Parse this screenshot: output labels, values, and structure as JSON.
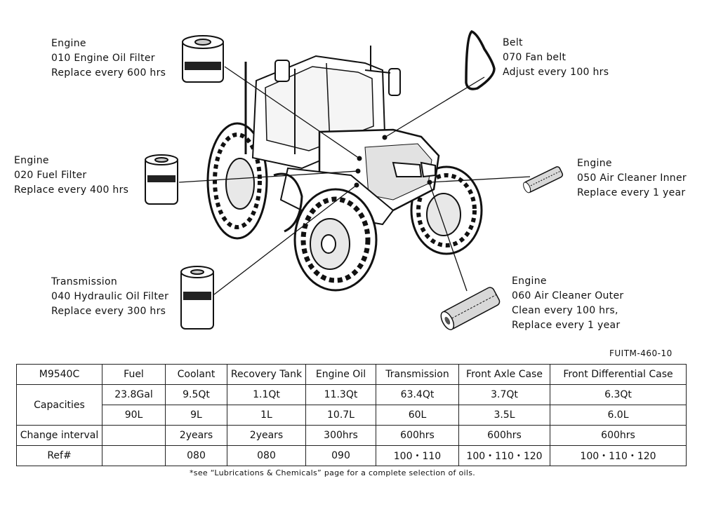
{
  "callouts": {
    "oil_filter": {
      "category": "Engine",
      "item": "010 Engine Oil Filter",
      "interval": "Replace every 600 hrs"
    },
    "fuel_filter": {
      "category": "Engine",
      "item": "020 Fuel Filter",
      "interval": "Replace every 400 hrs"
    },
    "hydraulic_filter": {
      "category": "Transmission",
      "item": "040 Hydraulic Oil Filter",
      "interval": "Replace every 300 hrs"
    },
    "fan_belt": {
      "category": "Belt",
      "item": "070 Fan belt",
      "interval": "Adjust every 100 hrs"
    },
    "air_inner": {
      "category": "Engine",
      "item": "050 Air Cleaner Inner",
      "interval": "Replace every 1 year"
    },
    "air_outer": {
      "category": "Engine",
      "item": "060 Air Cleaner Outer",
      "interval": "Clean every 100 hrs,",
      "interval2": "Replace every 1 year"
    }
  },
  "doc_id": "FUITM-460-10",
  "table": {
    "headers": [
      "M9540C",
      "Fuel",
      "Coolant",
      "Recovery Tank",
      "Engine Oil",
      "Transmission",
      "Front Axle Case",
      "Front Differential Case"
    ],
    "capacities_label": "Capacities",
    "capacities_row1": [
      "23.8Gal",
      "9.5Qt",
      "1.1Qt",
      "11.3Qt",
      "63.4Qt",
      "3.7Qt",
      "6.3Qt"
    ],
    "capacities_row2": [
      "90L",
      "9L",
      "1L",
      "10.7L",
      "60L",
      "3.5L",
      "6.0L"
    ],
    "change_label": "Change interval",
    "change_row": [
      "",
      "2years",
      "2years",
      "300hrs",
      "600hrs",
      "600hrs",
      "600hrs"
    ],
    "ref_label": "Ref#",
    "ref_row": [
      "",
      "080",
      "080",
      "090",
      "100・110",
      "100・110・120",
      "100・110・120"
    ]
  },
  "footnote": "*see “Lubrications & Chemicals” page for a complete selection of oils."
}
